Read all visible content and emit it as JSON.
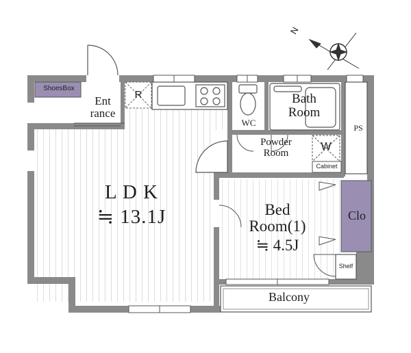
{
  "rooms": {
    "ldk": {
      "name": "L D K",
      "size": "≒ 13.1J"
    },
    "bedroom": {
      "line1": "Bed",
      "line2": "Room(1)",
      "size": "≒ 4.5J"
    },
    "bath": {
      "line1": "Bath",
      "line2": "Room"
    },
    "entrance": {
      "line1": "Ent",
      "line2": "rance"
    },
    "powder": {
      "line1": "Powder",
      "line2": "Room"
    },
    "wc": "WC",
    "ps": "PS",
    "closet": "Clo",
    "balcony": "Balcony"
  },
  "fixtures": {
    "shoesbox": "ShoesBox",
    "cabinet": "Cabinet",
    "shelf": "Shelf",
    "refrigerator": "R",
    "washer": "W"
  },
  "compass": {
    "north": "N"
  },
  "colors": {
    "wall": "#8a8a8a",
    "storage": "#9a8fb3",
    "line": "#444444",
    "floor_line": "#d9d9d9"
  }
}
